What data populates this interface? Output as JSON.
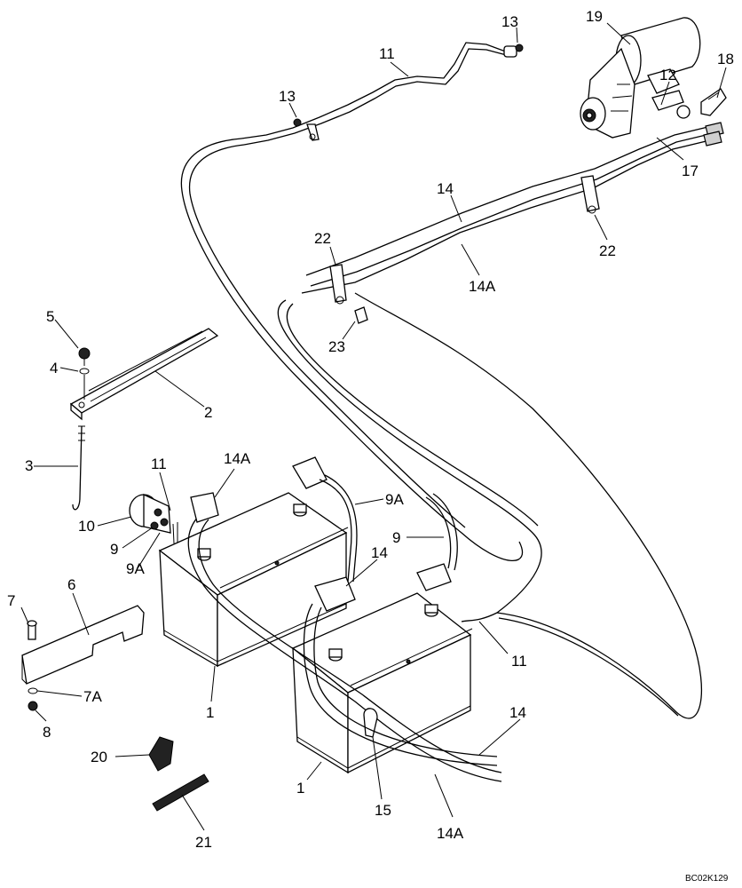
{
  "diagram": {
    "drawing_code": "BC02K129",
    "callouts": [
      {
        "id": "c19",
        "text": "19"
      },
      {
        "id": "c13a",
        "text": "13"
      },
      {
        "id": "c11a",
        "text": "11"
      },
      {
        "id": "c13b",
        "text": "13"
      },
      {
        "id": "c18",
        "text": "18"
      },
      {
        "id": "c12",
        "text": "12"
      },
      {
        "id": "c17",
        "text": "17"
      },
      {
        "id": "c14a",
        "text": "14"
      },
      {
        "id": "c22a",
        "text": "22"
      },
      {
        "id": "c22b",
        "text": "22"
      },
      {
        "id": "c14A1",
        "text": "14A"
      },
      {
        "id": "c23",
        "text": "23"
      },
      {
        "id": "c5",
        "text": "5"
      },
      {
        "id": "c4",
        "text": "4"
      },
      {
        "id": "c2",
        "text": "2"
      },
      {
        "id": "c3",
        "text": "3"
      },
      {
        "id": "c11b",
        "text": "11"
      },
      {
        "id": "c14A2",
        "text": "14A"
      },
      {
        "id": "c9Aa",
        "text": "9A"
      },
      {
        "id": "c10",
        "text": "10"
      },
      {
        "id": "c9a",
        "text": "9"
      },
      {
        "id": "c9Ab",
        "text": "9A"
      },
      {
        "id": "c9b",
        "text": "9"
      },
      {
        "id": "c14b",
        "text": "14"
      },
      {
        "id": "c6",
        "text": "6"
      },
      {
        "id": "c7",
        "text": "7"
      },
      {
        "id": "c7A",
        "text": "7A"
      },
      {
        "id": "c8",
        "text": "8"
      },
      {
        "id": "c1a",
        "text": "1"
      },
      {
        "id": "c11c",
        "text": "11"
      },
      {
        "id": "c14c",
        "text": "14"
      },
      {
        "id": "c20",
        "text": "20"
      },
      {
        "id": "c1b",
        "text": "1"
      },
      {
        "id": "c15",
        "text": "15"
      },
      {
        "id": "c14A3",
        "text": "14A"
      },
      {
        "id": "c21",
        "text": "21"
      }
    ]
  }
}
